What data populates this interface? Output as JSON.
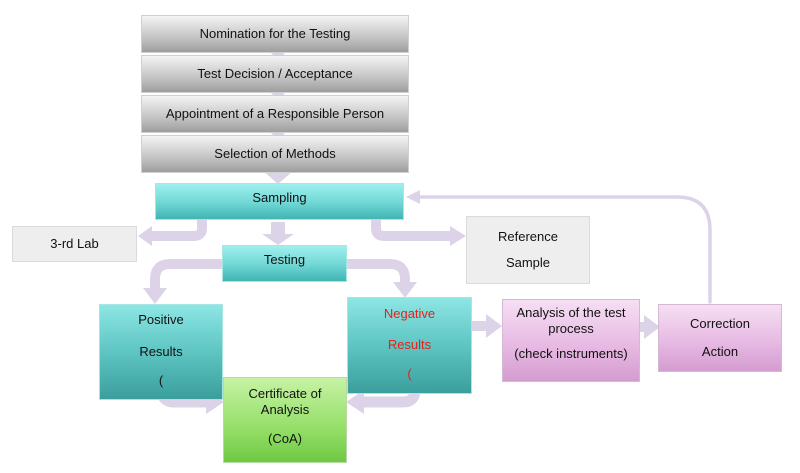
{
  "steps": {
    "nomination": "Nomination for the Testing",
    "decision": "Test Decision / Acceptance",
    "appointment": "Appointment of a Responsible Person",
    "methods": "Selection of Methods",
    "sampling": "Sampling",
    "third_lab": "3-rd Lab",
    "reference_1": "Reference",
    "reference_2": "Sample",
    "testing": "Testing",
    "positive_1": "Positive",
    "positive_2": "Results",
    "positive_3": "(",
    "negative_1": "Negative",
    "negative_2": "Results",
    "negative_3": "(",
    "certificate_1": "Certificate of",
    "certificate_2": "Analysis",
    "certificate_3": "(CoA)",
    "analysis_1": "Analysis of the test",
    "analysis_2": "process",
    "analysis_3": "(check instruments)",
    "correction_1": "Correction",
    "correction_2": "Action"
  },
  "colors": {
    "flow_arrow": "#dcd0e8",
    "negative_text": "#e8201a"
  }
}
